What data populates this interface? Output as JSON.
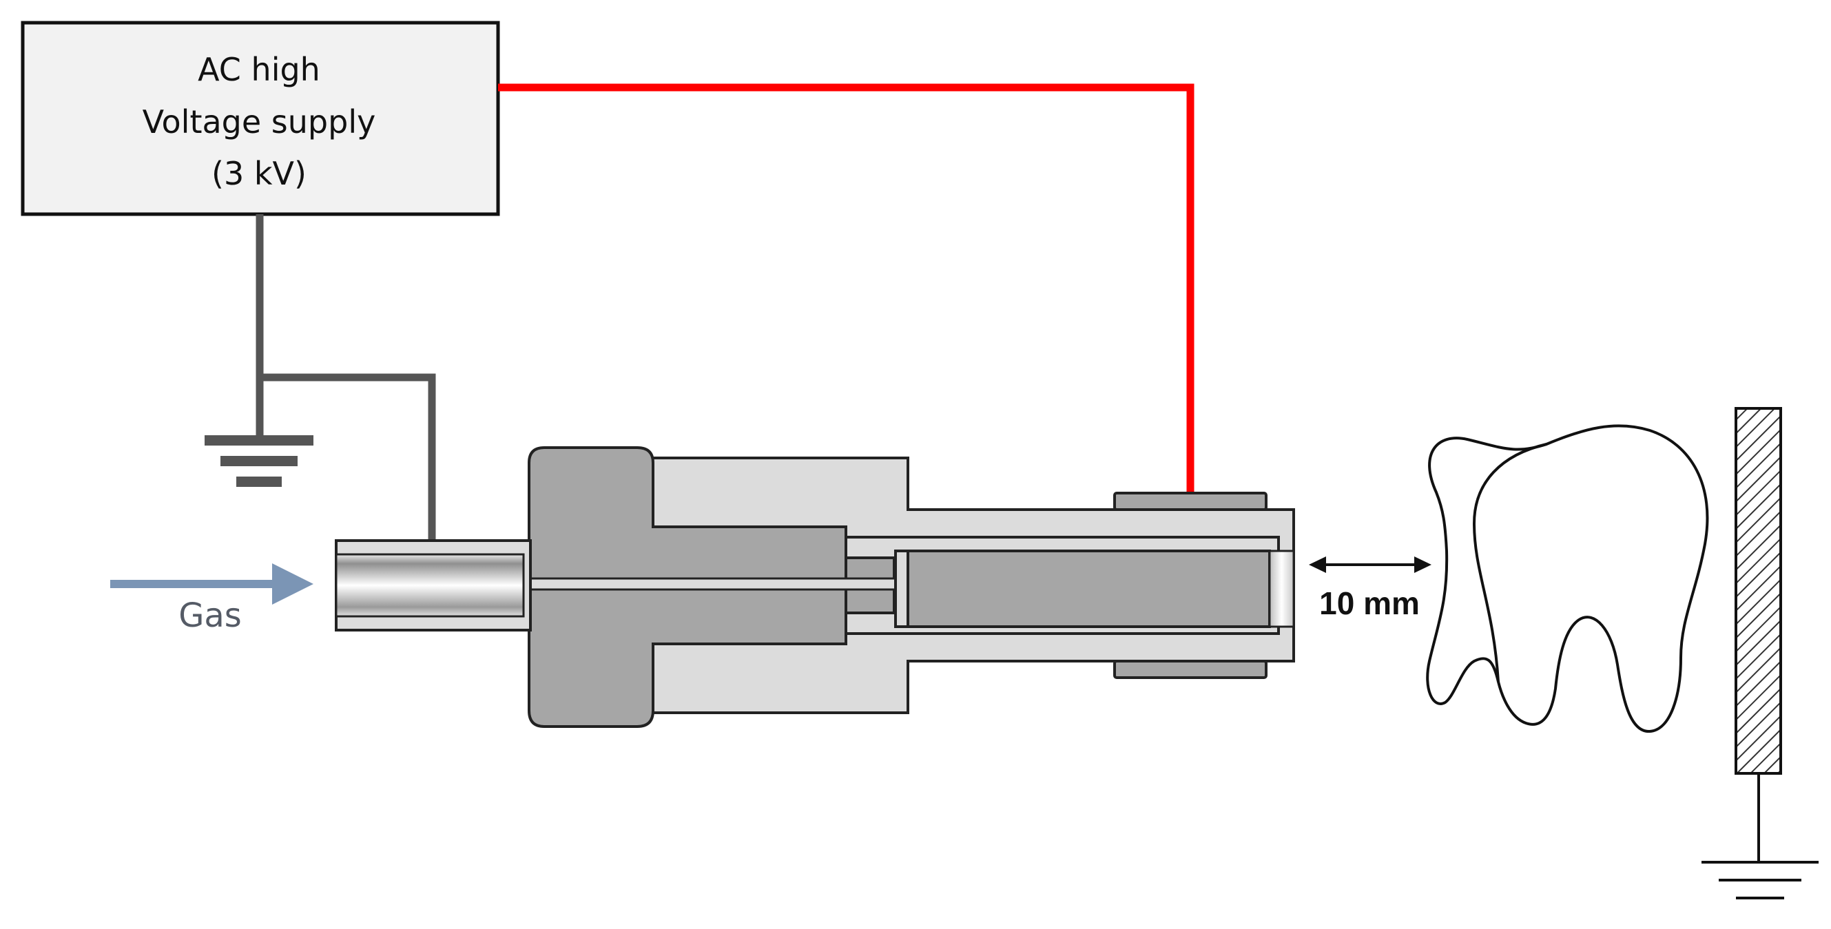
{
  "power_supply": {
    "line1": "AC high",
    "line2": "Voltage supply",
    "line3": "(3 kV)"
  },
  "gas_label": "Gas",
  "distance_label": "10 mm",
  "colors": {
    "hv_wire": "#ff0000",
    "ground_wire": "#555555",
    "gas_arrow": "#7b95b5",
    "gas_text": "#555b66",
    "supply_fill": "#f2f2f2",
    "dark_body": "#a6a6a6",
    "light_body": "#dcdcdc"
  },
  "icons": [
    "ground-symbol-icon",
    "tooth-icon",
    "grounded-plate-icon",
    "gas-arrow-icon",
    "double-arrow-icon"
  ]
}
